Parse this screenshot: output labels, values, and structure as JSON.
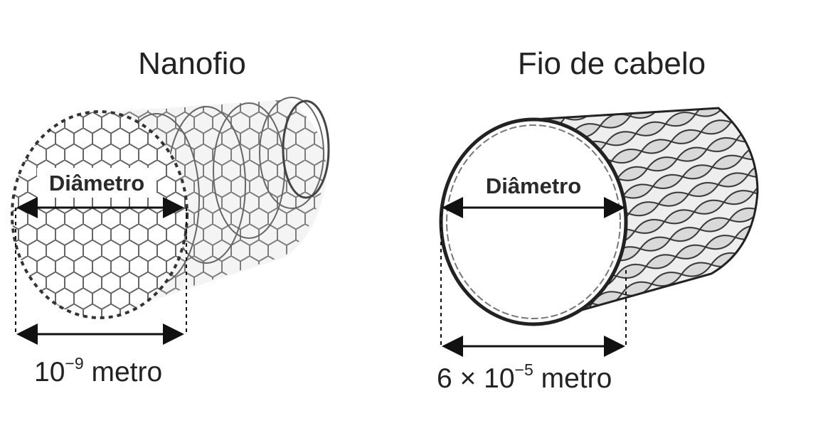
{
  "nanowire": {
    "title": "Nanofio",
    "diameter_label": "Diâmetro",
    "measure_base": "10",
    "measure_exp": "−9",
    "measure_unit": " metro"
  },
  "hair": {
    "title": "Fio de cabelo",
    "diameter_label": "Diâmetro",
    "measure_coef": "6 × 10",
    "measure_exp": "−5",
    "measure_unit": " metro"
  }
}
